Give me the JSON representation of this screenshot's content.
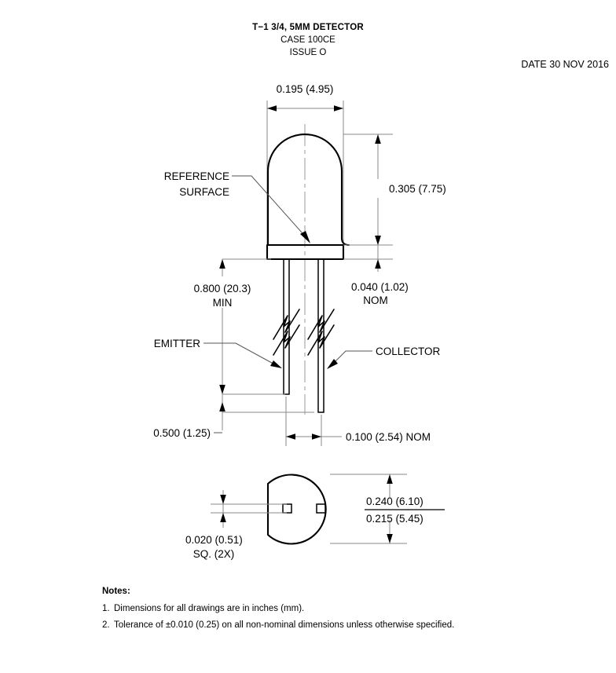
{
  "header": {
    "title": "T−1 3/4, 5MM DETECTOR",
    "case": "CASE 100CE",
    "issue": "ISSUE O",
    "date": "DATE 30 NOV 2016"
  },
  "labels": {
    "reference_surface_line1": "REFERENCE",
    "reference_surface_line2": "SURFACE",
    "emitter": "EMITTER",
    "collector": "COLLECTOR"
  },
  "dimensions": {
    "body_diameter": "0.195 (4.95)",
    "body_height": "0.305 (7.75)",
    "flange_thickness": "0.040 (1.02)",
    "flange_thickness_note": "NOM",
    "lead_length": "0.800 (20.3)",
    "lead_length_note": "MIN",
    "lead_offset": "0.500 (1.25)",
    "lead_spacing": "0.100 (2.54) NOM",
    "pad_size": "0.020 (0.51)",
    "pad_size_note": "SQ. (2X)",
    "flat_max": "0.240 (6.10)",
    "flat_min": "0.215 (5.45)"
  },
  "notes": {
    "heading": "Notes:",
    "items": [
      {
        "num": "1.",
        "text": "Dimensions for all drawings are in inches (mm)."
      },
      {
        "num": "2.",
        "text": "Tolerance of ±0.010 (0.25) on all non-nominal dimensions unless otherwise specified."
      }
    ]
  },
  "colors": {
    "outline": "#000000",
    "dimension": "#8a8a8a",
    "background": "#ffffff"
  }
}
